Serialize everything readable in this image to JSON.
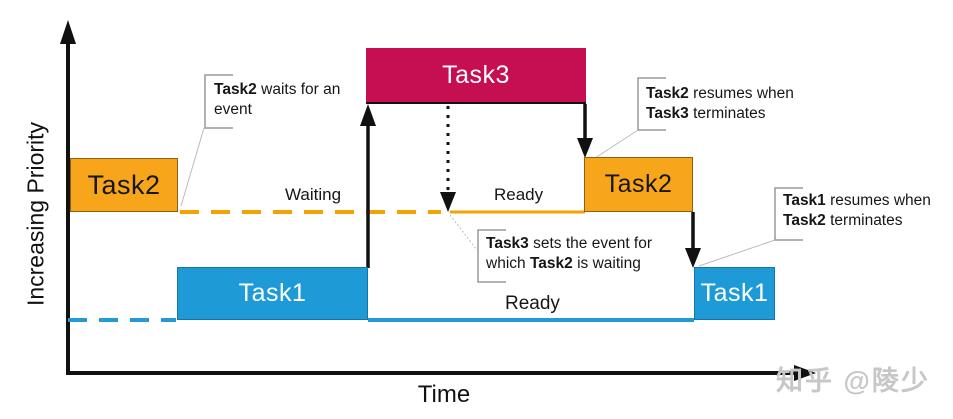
{
  "axes": {
    "y_label": "Increasing Priority",
    "x_label": "Time"
  },
  "boxes": {
    "task2_left": {
      "label": "Task2"
    },
    "task3": {
      "label": "Task3"
    },
    "task2_right": {
      "label": "Task2"
    },
    "task1_left": {
      "label": "Task1"
    },
    "task1_right": {
      "label": "Task1"
    }
  },
  "state_labels": {
    "waiting": "Waiting",
    "ready_top": "Ready",
    "ready_bottom": "Ready"
  },
  "annotations": {
    "task2_waits": {
      "b1": "Task2",
      "t1": "waits for an",
      "t2": "event"
    },
    "task2_resumes": {
      "b1": "Task2",
      "t1": "resumes when",
      "b2": "Task3",
      "t2": "terminates"
    },
    "task3_sets": {
      "b1": "Task3",
      "t1": "sets the event for",
      "t2": "which",
      "b2": "Task2",
      "t3": "is waiting"
    },
    "task1_resumes": {
      "b1": "Task1",
      "t1": "resumes when",
      "b2": "Task2",
      "t2": "terminates"
    }
  },
  "watermark": "知乎 @陵少",
  "colors": {
    "task_orange": "#F7A61C",
    "task_blue": "#1E9BD7",
    "task_crimson": "#C60E52",
    "line_orange": "#F2A202",
    "line_blue": "#2599D6",
    "axis_black": "#111111",
    "callout_gray": "#999999",
    "watermark_gray": "#C7C7C7"
  }
}
